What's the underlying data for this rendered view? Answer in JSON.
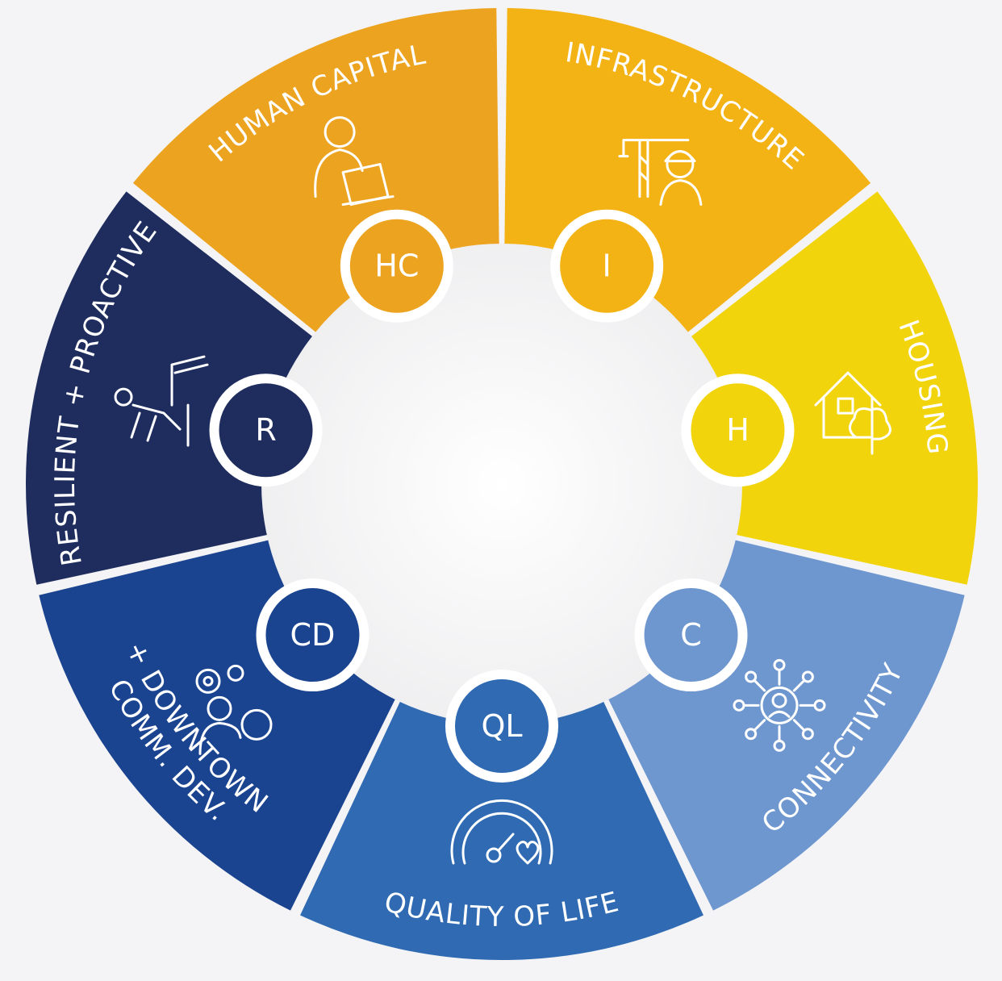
{
  "segments": [
    {
      "key": "infrastructure",
      "label": "INFRASTRUCTURE",
      "abbr": "I",
      "color": "#f4b315",
      "icon": "crane-worker-icon"
    },
    {
      "key": "housing",
      "label": "HOUSING",
      "abbr": "H",
      "color": "#f2d40c",
      "icon": "house-tree-icon"
    },
    {
      "key": "connectivity",
      "label": "CONNECTIVITY",
      "abbr": "C",
      "color": "#6f97cf",
      "icon": "network-hub-icon"
    },
    {
      "key": "quality-of-life",
      "label": "QUALITY OF LIFE",
      "abbr": "QL",
      "color": "#2f6ab3",
      "icon": "gauge-heart-icon"
    },
    {
      "key": "comm-dev",
      "label": "COMM. DEV.",
      "label2": "+ DOWNTOWN",
      "abbr": "CD",
      "color": "#1b4490",
      "icon": "gears-person-icon"
    },
    {
      "key": "resilient",
      "label": "RESILIENT + PROACTIVE",
      "abbr": "R",
      "color": "#1f2d5e",
      "icon": "falling-person-icon"
    },
    {
      "key": "human-capital",
      "label": "HUMAN CAPITAL",
      "abbr": "HC",
      "color": "#eca320",
      "icon": "person-laptop-icon"
    }
  ]
}
